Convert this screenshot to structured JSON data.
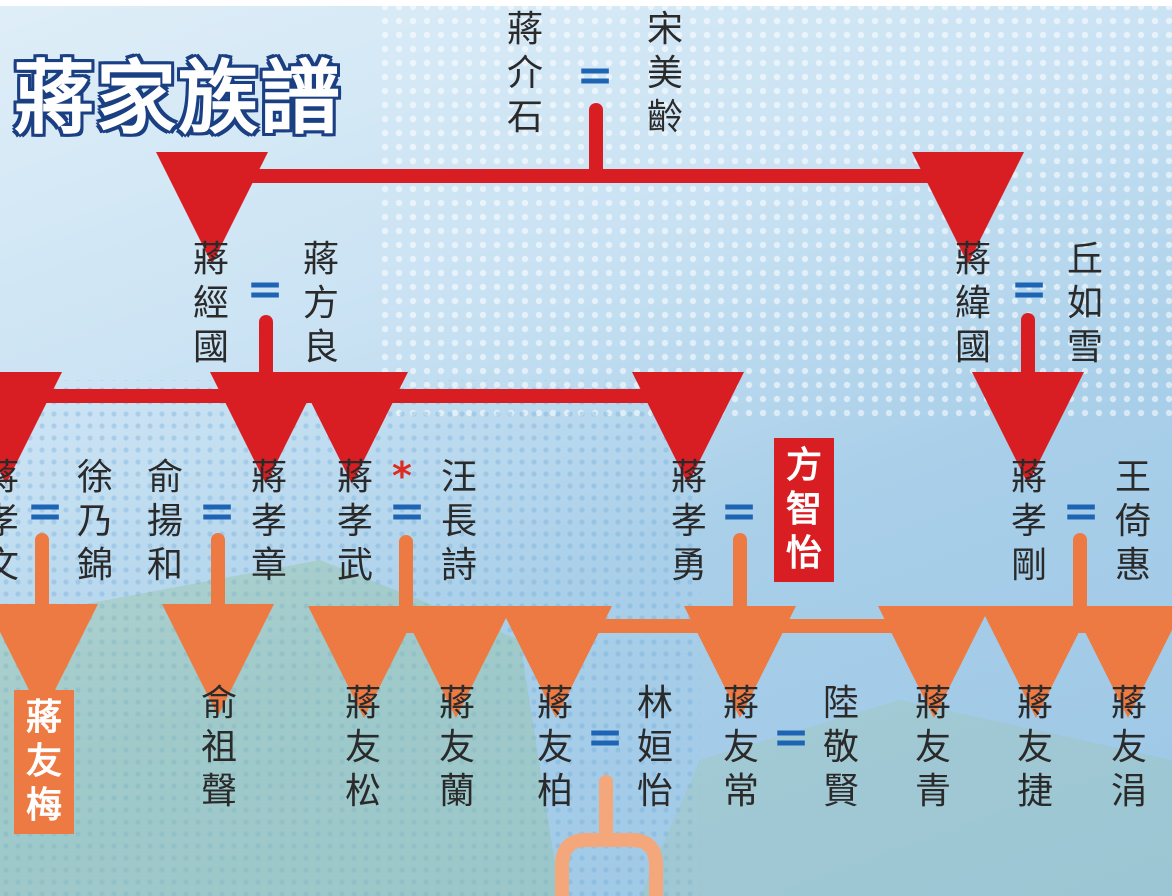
{
  "title": "蔣家族譜",
  "colors": {
    "red": "#d81e22",
    "orange": "#ee7a43",
    "blue": "#1e64b4"
  },
  "equal_sign": "=",
  "star": "*",
  "people": {
    "jiang_jieshi": "蔣介石",
    "song_meiling": "宋美齡",
    "jiang_jingguo": "蔣經國",
    "jiang_fangliang": "蔣方良",
    "jiang_weiguo": "蔣緯國",
    "qiu_ruxue": "丘如雪",
    "jiang_xiaowen": "蔣孝文",
    "xu_naijin": "徐乃錦",
    "yu_yanghe": "俞揚和",
    "jiang_xiaozhang": "蔣孝章",
    "jiang_xiaowu": "蔣孝武",
    "wang_changshi": "汪長詩",
    "jiang_xiaoyong": "蔣孝勇",
    "fang_zhiyi": "方智怡",
    "jiang_xiaogang": "蔣孝剛",
    "wang_yihui": "王倚惠",
    "jiang_youmei": "蔣友梅",
    "yu_zusheng": "俞祖聲",
    "jiang_yousong": "蔣友松",
    "jiang_youlan": "蔣友蘭",
    "jiang_youbai": "蔣友柏",
    "lin_xuanyi": "林姮怡",
    "jiang_youchang": "蔣友常",
    "lu_jingxian": "陸敬賢",
    "jiang_youqing": "蔣友青",
    "jiang_youjie": "蔣友捷",
    "jiang_youjuan": "蔣友涓"
  }
}
